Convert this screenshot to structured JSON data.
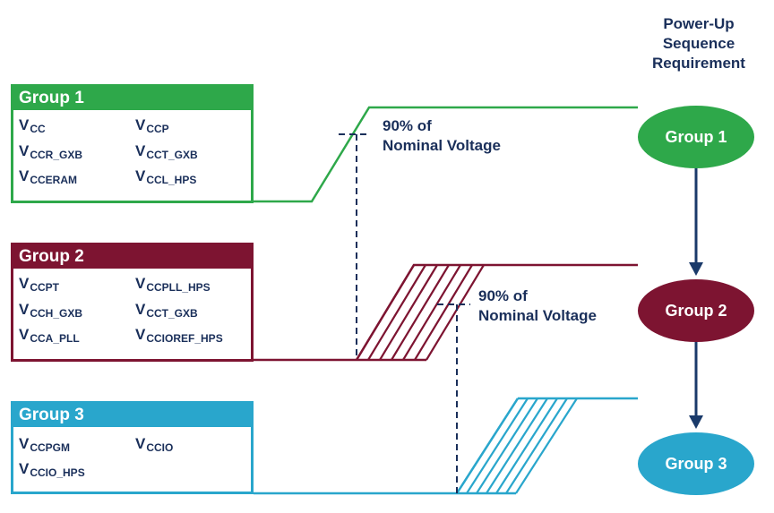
{
  "title": [
    "Power-Up",
    "Sequence",
    "Requirement"
  ],
  "groups": [
    {
      "label": "Group 1",
      "color": "#2ea84a",
      "rails": [
        {
          "main": "V",
          "sub": "CC"
        },
        {
          "main": "V",
          "sub": "CCP"
        },
        {
          "main": "V",
          "sub": "CCR_GXB"
        },
        {
          "main": "V",
          "sub": "CCT_GXB"
        },
        {
          "main": "V",
          "sub": "CCERAM"
        },
        {
          "main": "V",
          "sub": "CCL_HPS"
        }
      ]
    },
    {
      "label": "Group 2",
      "color": "#7d1431",
      "rails": [
        {
          "main": "V",
          "sub": "CCPT"
        },
        {
          "main": "V",
          "sub": "CCPLL_HPS"
        },
        {
          "main": "V",
          "sub": "CCH_GXB"
        },
        {
          "main": "V",
          "sub": "CCT_GXB"
        },
        {
          "main": "V",
          "sub": "CCA_PLL"
        },
        {
          "main": "V",
          "sub": "CCIOREF_HPS"
        }
      ]
    },
    {
      "label": "Group 3",
      "color": "#29a6cc",
      "rails": [
        {
          "main": "V",
          "sub": "CCPGM"
        },
        {
          "main": "V",
          "sub": "CCIO"
        },
        {
          "main": "V",
          "sub": "CCIO_HPS"
        }
      ]
    }
  ],
  "annotations": [
    {
      "line1": "90% of",
      "line2": "Nominal Voltage"
    },
    {
      "line1": "90% of",
      "line2": "Nominal Voltage"
    }
  ],
  "sequence": [
    "Group 1",
    "Group 2",
    "Group 3"
  ],
  "colors": {
    "text": "#1a2f5a",
    "arrow": "#1a3a6a"
  }
}
